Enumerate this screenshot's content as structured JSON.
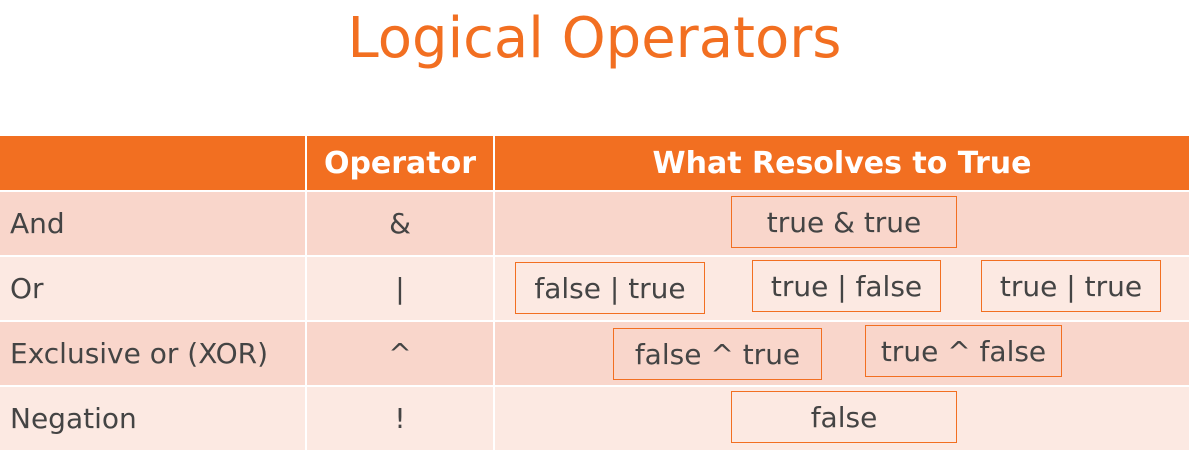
{
  "title": "Logical Operators",
  "header": {
    "col1": "",
    "col2": "Operator",
    "col3": "What Resolves to True"
  },
  "rows": [
    {
      "name": "And",
      "symbol": "&",
      "expressions": [
        "true & true"
      ]
    },
    {
      "name": "Or",
      "symbol": "|",
      "expressions": [
        "false | true",
        "true | false",
        "true | true"
      ]
    },
    {
      "name": "Exclusive or (XOR)",
      "symbol": "^",
      "expressions": [
        "false ^ true",
        "true ^ false"
      ]
    },
    {
      "name": "Negation",
      "symbol": "!",
      "expressions": [
        "false"
      ]
    }
  ],
  "colors": {
    "accent": "#f26f21",
    "row_dark": "#f9d6cb",
    "row_light": "#fce9e2",
    "text": "#444444"
  }
}
